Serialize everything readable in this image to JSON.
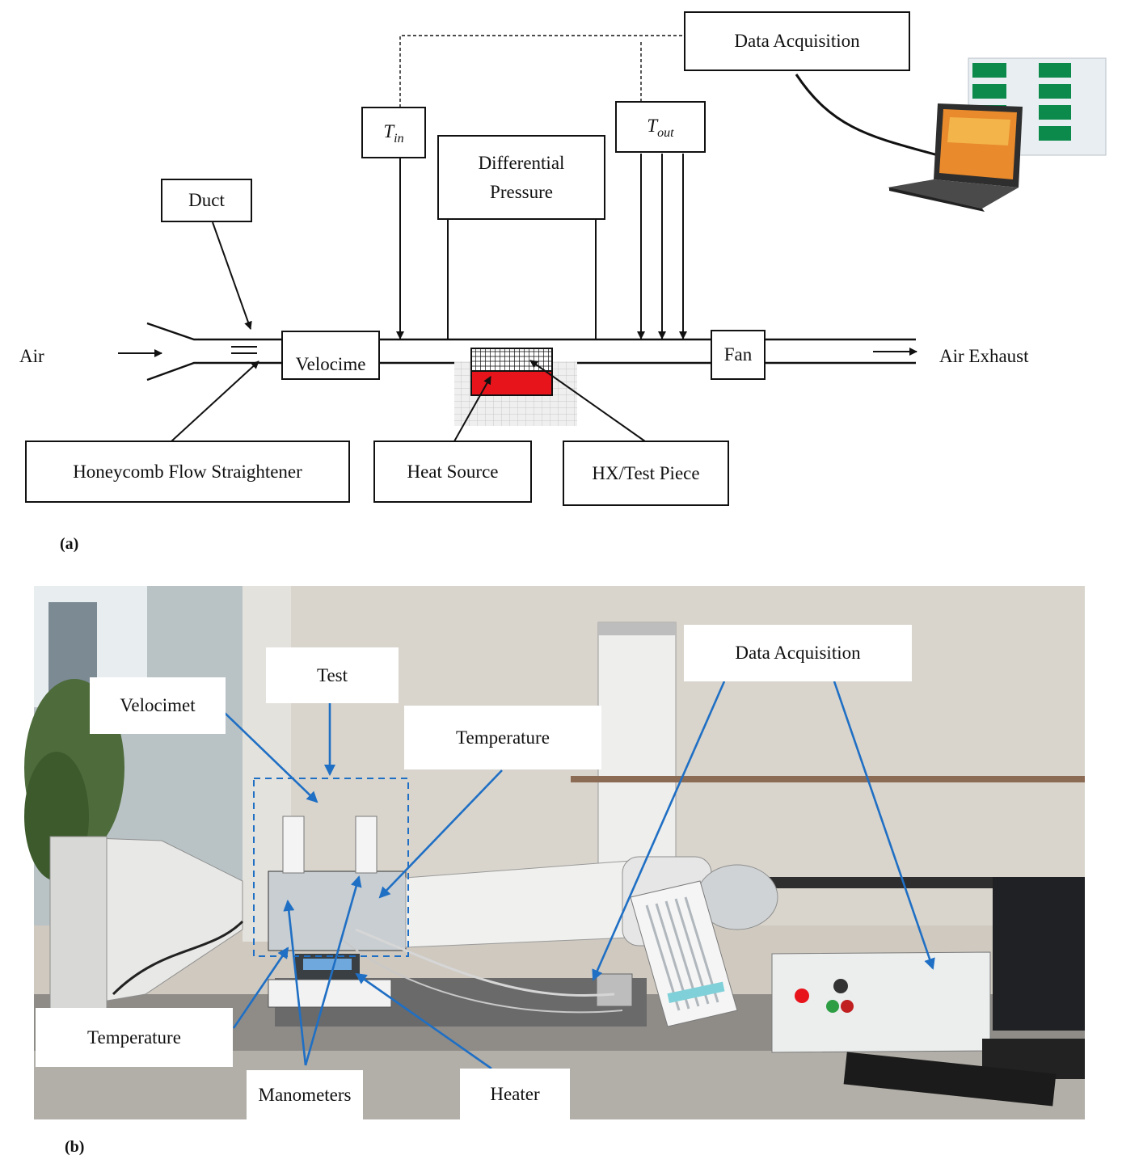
{
  "diagram_a": {
    "caption": "(a)",
    "labels": {
      "data_acquisition": "Data Acquisition",
      "t_in_main": "T",
      "t_in_sub": "in",
      "t_out_main": "T",
      "t_out_sub": "out",
      "differential_pressure_line1": "Differential",
      "differential_pressure_line2": "Pressure",
      "duct": "Duct",
      "air": "Air",
      "velocimeter": "Velocime",
      "fan": "Fan",
      "air_exhaust": "Air Exhaust",
      "honeycomb": "Honeycomb Flow Straightener",
      "heat_source": "Heat Source",
      "hx_test_piece": "HX/Test Piece"
    },
    "colors": {
      "heat_source_fill": "#e8141c",
      "stroke": "#111111"
    }
  },
  "photo_b": {
    "caption": "(b)",
    "labels": {
      "velocimeter": "Velocimet",
      "test": "Test",
      "temperature_top": "Temperature",
      "data_acquisition": "Data Acquisition",
      "temperature_bottom": "Temperature",
      "manometers": "Manometers",
      "heater": "Heater"
    },
    "colors": {
      "annotation_arrow": "#1f6fc4"
    }
  }
}
